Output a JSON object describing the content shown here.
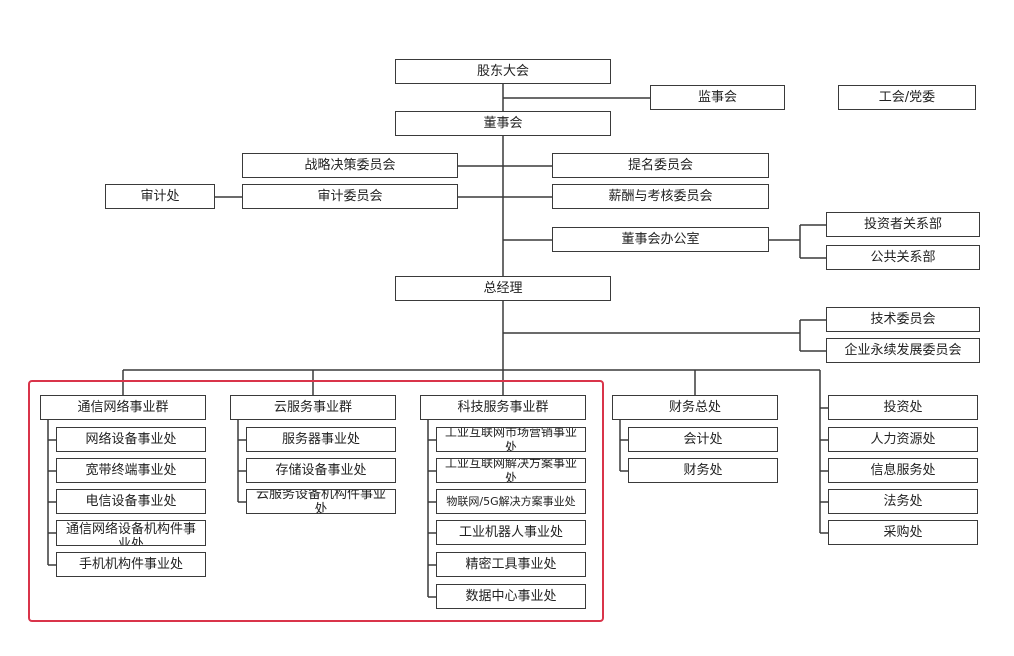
{
  "top": {
    "shareholders": "股东大会",
    "supervisors": "监事会",
    "union": "工会/党委",
    "board": "董事会",
    "strategy_committee": "战略决策委员会",
    "nomination_committee": "提名委员会",
    "audit_office": "审计处",
    "audit_committee": "审计委员会",
    "remuneration_committee": "薪酬与考核委员会",
    "board_office": "董事会办公室",
    "investor_relations": "投资者关系部",
    "public_relations": "公共关系部",
    "general_manager": "总经理",
    "tech_committee": "技术委员会",
    "sustainability_committee": "企业永续发展委员会"
  },
  "groups": {
    "telecom": {
      "title": "通信网络事业群",
      "items": [
        "网络设备事业处",
        "宽带终端事业处",
        "电信设备事业处",
        "通信网络设备机构件事业处",
        "手机机构件事业处"
      ]
    },
    "cloud": {
      "title": "云服务事业群",
      "items": [
        "服务器事业处",
        "存储设备事业处",
        "云服务设备机构件事业处"
      ]
    },
    "tech": {
      "title": "科技服务事业群",
      "items": [
        "工业互联网市场营销事业处",
        "工业互联网解决方案事业处",
        "物联网/5G解决方案事业处",
        "工业机器人事业处",
        "精密工具事业处",
        "数据中心事业处"
      ]
    },
    "finance": {
      "title": "财务总处",
      "items": [
        "会计处",
        "财务处"
      ]
    }
  },
  "departments": [
    "投资处",
    "人力资源处",
    "信息服务处",
    "法务处",
    "采购处"
  ]
}
